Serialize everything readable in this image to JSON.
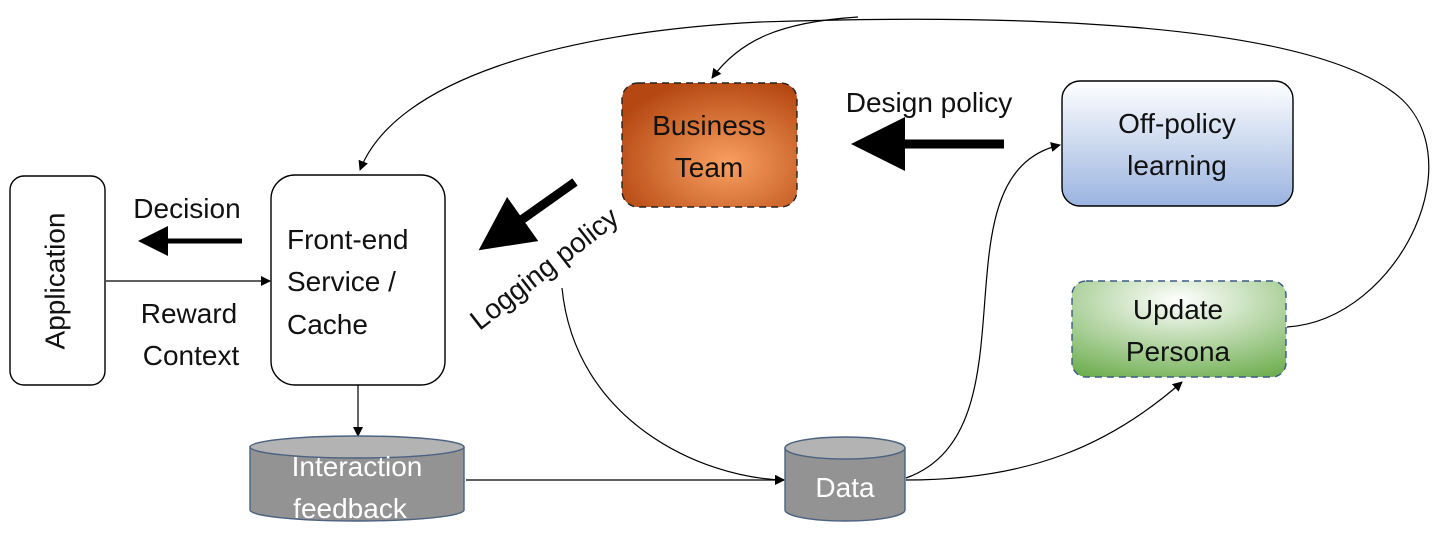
{
  "nodes": {
    "application": {
      "label": "Application"
    },
    "frontend": {
      "lines": [
        "Front-end",
        "Service /",
        "Cache"
      ]
    },
    "business": {
      "lines": [
        "Business",
        "Team"
      ]
    },
    "offpolicy": {
      "lines": [
        "Off-policy",
        "learning"
      ]
    },
    "persona": {
      "lines": [
        "Update",
        "Persona"
      ]
    },
    "interaction": {
      "lines": [
        "Interaction",
        "feedback"
      ]
    },
    "data": {
      "label": "Data"
    }
  },
  "edges": {
    "decision": "Decision",
    "reward": "Reward",
    "context": "Context",
    "design_policy": "Design policy",
    "logging_policy": "Logging policy"
  },
  "colors": {
    "business_fill": "#d5612a",
    "offpolicy_fill": "#a9bfe2",
    "persona_fill": "#8cc275",
    "cylinder_fill": "#939393",
    "cylinder_stroke": "#4a6380"
  }
}
